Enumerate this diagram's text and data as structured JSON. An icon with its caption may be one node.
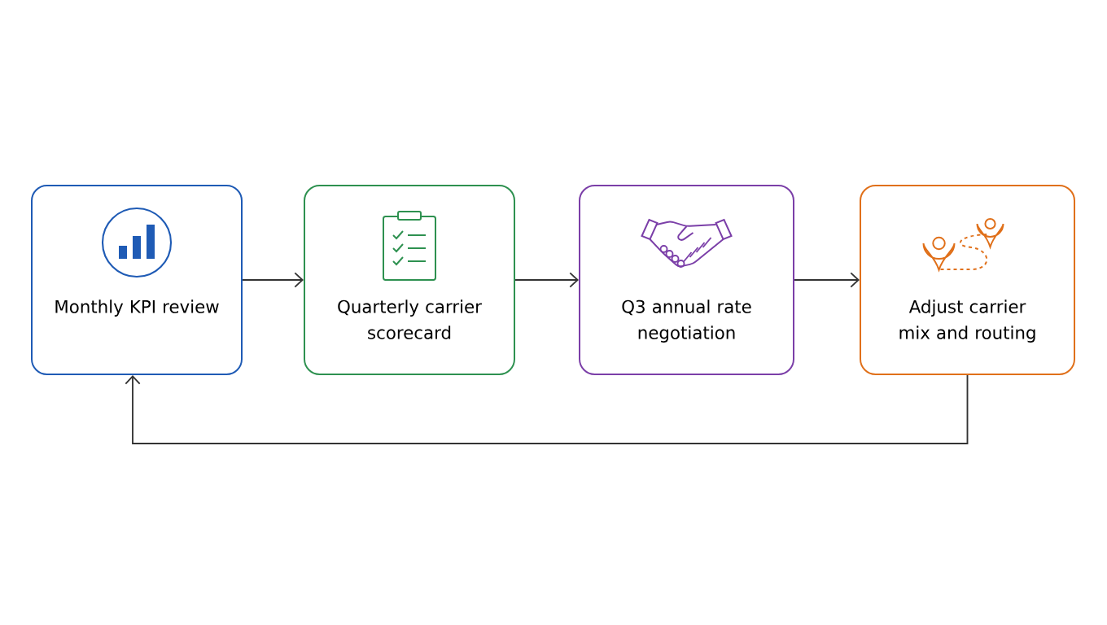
{
  "diagram": {
    "nodes": [
      {
        "text": [
          "Monthly KPI review"
        ]
      },
      {
        "text": [
          "Quarterly carrier scorecard"
        ]
      },
      {
        "text": [
          "Q3 annual rate negotiation"
        ]
      },
      {
        "text": [
          "Adjust carrier mix and routing"
        ]
      }
    ],
    "edges": [
      {
        "from": 0,
        "to": 1,
        "arrow": "to"
      },
      {
        "from": 1,
        "to": 2,
        "arrow": "to"
      },
      {
        "from": 2,
        "to": 3,
        "arrow": "to"
      },
      {
        "from": 3,
        "to": 0,
        "arrow": "to"
      }
    ]
  }
}
